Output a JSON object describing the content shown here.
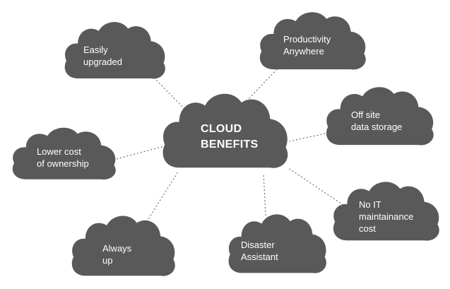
{
  "colors": {
    "cloud": "#595959",
    "connector": "#6f6f6f",
    "text": "#ffffff",
    "background": "#ffffff"
  },
  "center": {
    "line1": "CLOUD",
    "line2": "BENEFITS"
  },
  "clouds": {
    "easily_upgraded": {
      "line1": "Easily",
      "line2": "upgraded"
    },
    "productivity_anywhere": {
      "line1": "Productivity",
      "line2": "Anywhere"
    },
    "off_site_storage": {
      "line1": "Off site",
      "line2": "data storage"
    },
    "lower_cost": {
      "line1": "Lower cost",
      "line2": "of ownership"
    },
    "no_it_maintenance": {
      "line1": "No IT",
      "line2": "maintainance",
      "line3": "cost"
    },
    "always_up": {
      "line1": "Always",
      "line2": "up"
    },
    "disaster_assistant": {
      "line1": "Disaster",
      "line2": "Assistant"
    }
  }
}
